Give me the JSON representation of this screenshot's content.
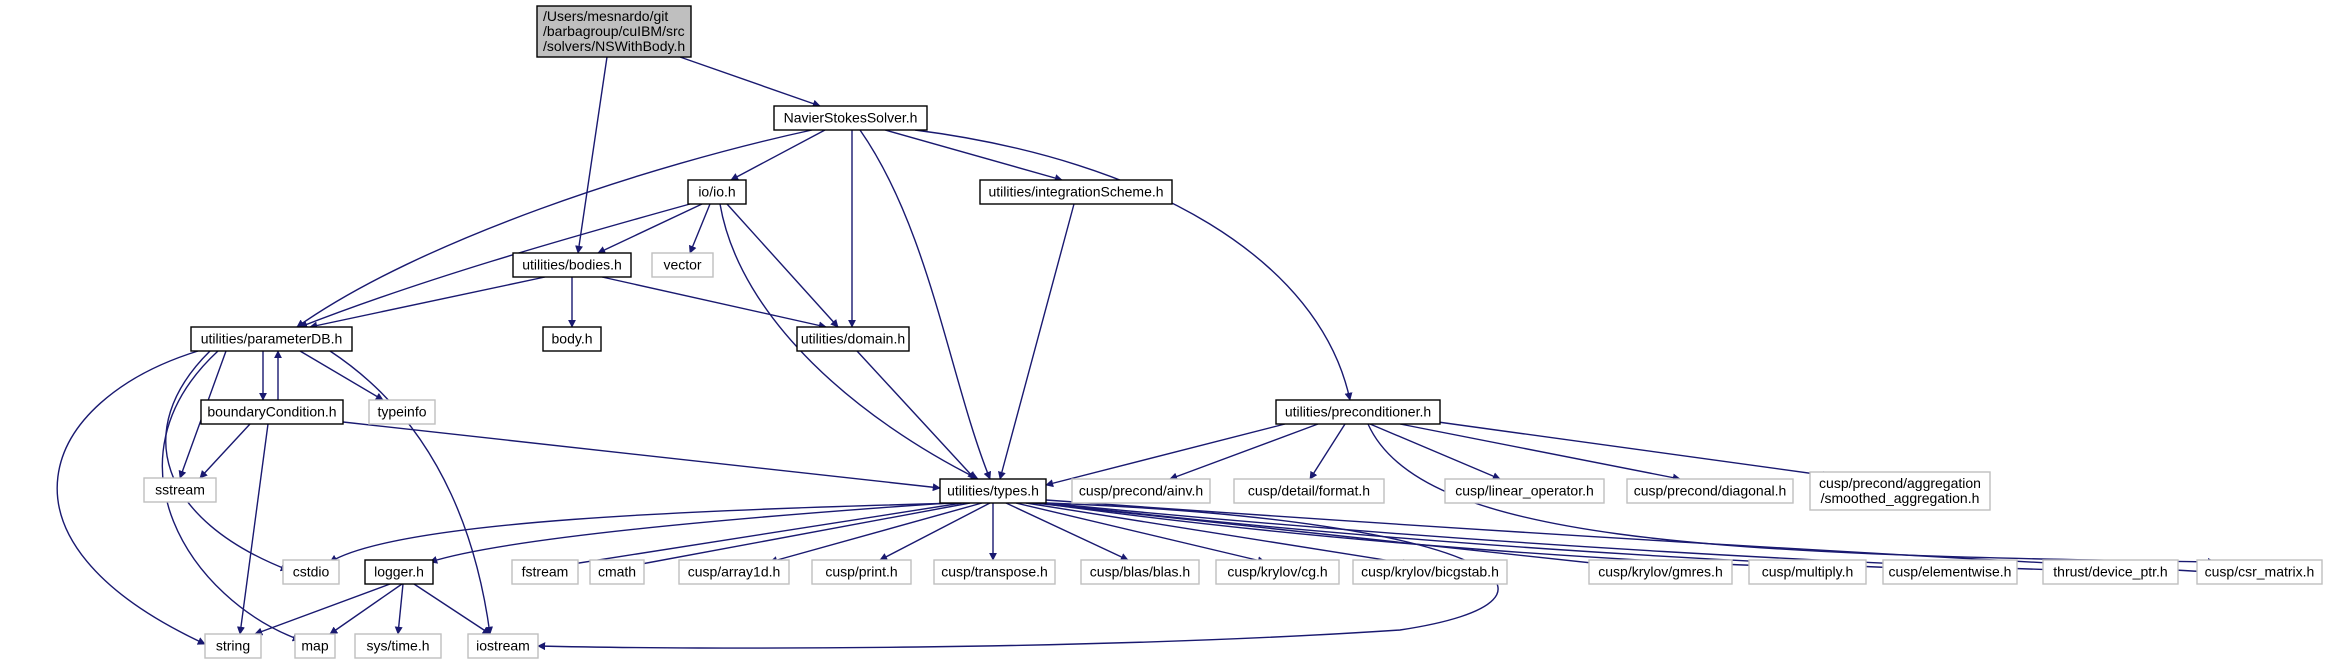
{
  "diagram": {
    "type": "include-dependency-graph",
    "colors": {
      "edge": "#191970",
      "root_fill": "#bfbfbf",
      "root_stroke": "#000000",
      "node_stroke": "#000000",
      "external_stroke": "#bfbfbf",
      "background": "#ffffff"
    },
    "nodes": [
      {
        "id": "root",
        "kind": "root",
        "lines": [
          "/Users/mesnardo/git",
          "/barbagroup/cuIBM/src",
          "/solvers/NSWithBody.h"
        ]
      },
      {
        "id": "nss",
        "kind": "internal",
        "lines": [
          "NavierStokesSolver.h"
        ]
      },
      {
        "id": "io",
        "kind": "internal",
        "lines": [
          "io/io.h"
        ]
      },
      {
        "id": "integ",
        "kind": "internal",
        "lines": [
          "utilities/integrationScheme.h"
        ]
      },
      {
        "id": "bodies",
        "kind": "internal",
        "lines": [
          "utilities/bodies.h"
        ]
      },
      {
        "id": "vector",
        "kind": "external",
        "lines": [
          "vector"
        ]
      },
      {
        "id": "pdb",
        "kind": "internal",
        "lines": [
          "utilities/parameterDB.h"
        ]
      },
      {
        "id": "body",
        "kind": "internal",
        "lines": [
          "body.h"
        ]
      },
      {
        "id": "domain",
        "kind": "internal",
        "lines": [
          "utilities/domain.h"
        ]
      },
      {
        "id": "bc",
        "kind": "internal",
        "lines": [
          "boundaryCondition.h"
        ]
      },
      {
        "id": "typeinfo",
        "kind": "external",
        "lines": [
          "typeinfo"
        ]
      },
      {
        "id": "sstream",
        "kind": "external",
        "lines": [
          "sstream"
        ]
      },
      {
        "id": "precond",
        "kind": "internal",
        "lines": [
          "utilities/preconditioner.h"
        ]
      },
      {
        "id": "types",
        "kind": "internal",
        "lines": [
          "utilities/types.h"
        ]
      },
      {
        "id": "ainv",
        "kind": "external",
        "lines": [
          "cusp/precond/ainv.h"
        ]
      },
      {
        "id": "format",
        "kind": "external",
        "lines": [
          "cusp/detail/format.h"
        ]
      },
      {
        "id": "linop",
        "kind": "external",
        "lines": [
          "cusp/linear_operator.h"
        ]
      },
      {
        "id": "diagonal",
        "kind": "external",
        "lines": [
          "cusp/precond/diagonal.h"
        ]
      },
      {
        "id": "smoothed",
        "kind": "external",
        "lines": [
          "cusp/precond/aggregation",
          "/smoothed_aggregation.h"
        ]
      },
      {
        "id": "cstdio",
        "kind": "external",
        "lines": [
          "cstdio"
        ]
      },
      {
        "id": "logger",
        "kind": "internal",
        "lines": [
          "logger.h"
        ]
      },
      {
        "id": "fstream",
        "kind": "external",
        "lines": [
          "fstream"
        ]
      },
      {
        "id": "cmath",
        "kind": "external",
        "lines": [
          "cmath"
        ]
      },
      {
        "id": "array1d",
        "kind": "external",
        "lines": [
          "cusp/array1d.h"
        ]
      },
      {
        "id": "print",
        "kind": "external",
        "lines": [
          "cusp/print.h"
        ]
      },
      {
        "id": "transpose",
        "kind": "external",
        "lines": [
          "cusp/transpose.h"
        ]
      },
      {
        "id": "blas",
        "kind": "external",
        "lines": [
          "cusp/blas/blas.h"
        ]
      },
      {
        "id": "cg",
        "kind": "external",
        "lines": [
          "cusp/krylov/cg.h"
        ]
      },
      {
        "id": "bicgstab",
        "kind": "external",
        "lines": [
          "cusp/krylov/bicgstab.h"
        ]
      },
      {
        "id": "gmres",
        "kind": "external",
        "lines": [
          "cusp/krylov/gmres.h"
        ]
      },
      {
        "id": "multiply",
        "kind": "external",
        "lines": [
          "cusp/multiply.h"
        ]
      },
      {
        "id": "elementwise",
        "kind": "external",
        "lines": [
          "cusp/elementwise.h"
        ]
      },
      {
        "id": "devptr",
        "kind": "external",
        "lines": [
          "thrust/device_ptr.h"
        ]
      },
      {
        "id": "csr",
        "kind": "external",
        "lines": [
          "cusp/csr_matrix.h"
        ]
      },
      {
        "id": "string",
        "kind": "external",
        "lines": [
          "string"
        ]
      },
      {
        "id": "map",
        "kind": "external",
        "lines": [
          "map"
        ]
      },
      {
        "id": "systime",
        "kind": "external",
        "lines": [
          "sys/time.h"
        ]
      },
      {
        "id": "iostream",
        "kind": "external",
        "lines": [
          "iostream"
        ]
      }
    ],
    "edges": [
      [
        "root",
        "nss"
      ],
      [
        "root",
        "bodies"
      ],
      [
        "nss",
        "io"
      ],
      [
        "nss",
        "integ"
      ],
      [
        "nss",
        "pdb"
      ],
      [
        "nss",
        "domain"
      ],
      [
        "nss",
        "types"
      ],
      [
        "nss",
        "precond"
      ],
      [
        "io",
        "bodies"
      ],
      [
        "io",
        "vector"
      ],
      [
        "io",
        "pdb"
      ],
      [
        "io",
        "domain"
      ],
      [
        "io",
        "types"
      ],
      [
        "integ",
        "types"
      ],
      [
        "bodies",
        "pdb"
      ],
      [
        "bodies",
        "body"
      ],
      [
        "bodies",
        "domain"
      ],
      [
        "domain",
        "types"
      ],
      [
        "pdb",
        "bc"
      ],
      [
        "pdb",
        "typeinfo"
      ],
      [
        "pdb",
        "sstream"
      ],
      [
        "pdb",
        "cstdio"
      ],
      [
        "pdb",
        "string"
      ],
      [
        "pdb",
        "map"
      ],
      [
        "pdb",
        "iostream"
      ],
      [
        "bc",
        "pdb"
      ],
      [
        "bc",
        "sstream"
      ],
      [
        "bc",
        "string"
      ],
      [
        "bc",
        "types"
      ],
      [
        "precond",
        "types"
      ],
      [
        "precond",
        "ainv"
      ],
      [
        "precond",
        "format"
      ],
      [
        "precond",
        "linop"
      ],
      [
        "precond",
        "diagonal"
      ],
      [
        "precond",
        "smoothed"
      ],
      [
        "precond",
        "csr"
      ],
      [
        "types",
        "cstdio"
      ],
      [
        "types",
        "logger"
      ],
      [
        "types",
        "fstream"
      ],
      [
        "types",
        "cmath"
      ],
      [
        "types",
        "array1d"
      ],
      [
        "types",
        "print"
      ],
      [
        "types",
        "transpose"
      ],
      [
        "types",
        "blas"
      ],
      [
        "types",
        "cg"
      ],
      [
        "types",
        "bicgstab"
      ],
      [
        "types",
        "gmres"
      ],
      [
        "types",
        "multiply"
      ],
      [
        "types",
        "elementwise"
      ],
      [
        "types",
        "devptr"
      ],
      [
        "types",
        "csr"
      ],
      [
        "types",
        "iostream"
      ],
      [
        "logger",
        "string"
      ],
      [
        "logger",
        "map"
      ],
      [
        "logger",
        "systime"
      ],
      [
        "logger",
        "iostream"
      ]
    ]
  }
}
